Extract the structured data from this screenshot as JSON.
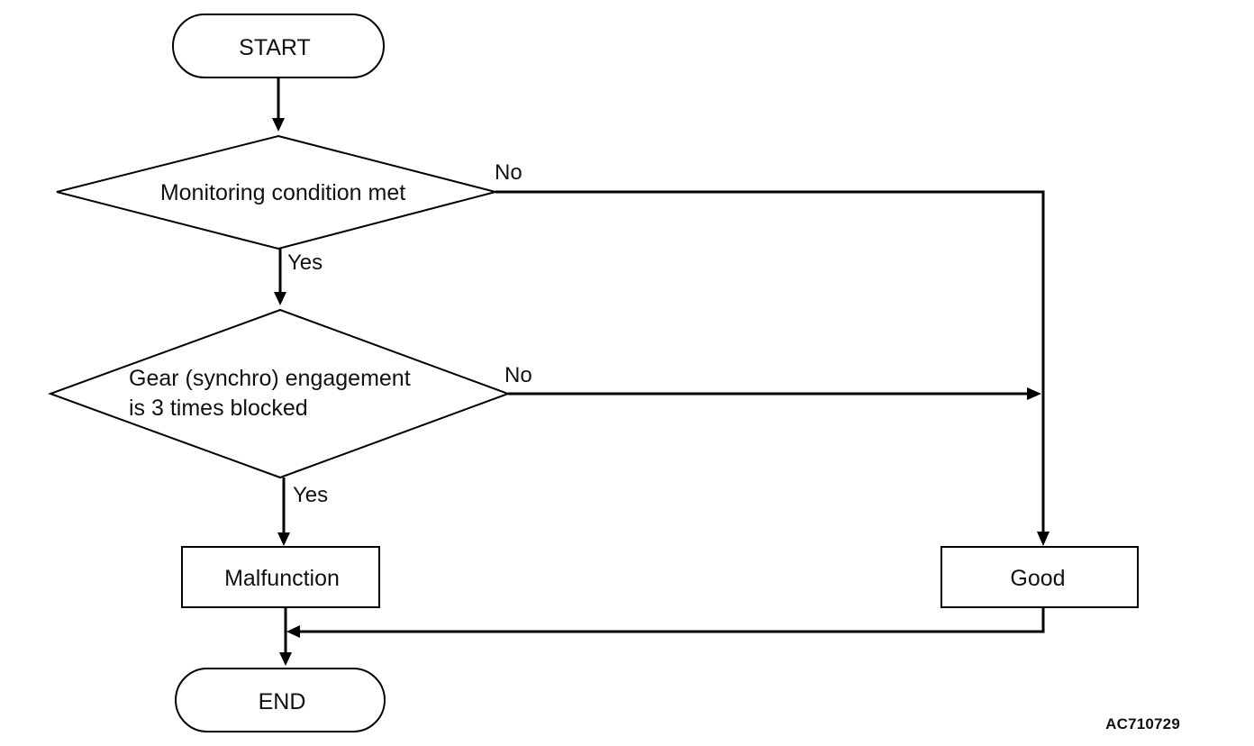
{
  "flowchart": {
    "start": {
      "label": "START"
    },
    "decision_1": {
      "label": "Monitoring condition met",
      "yes_label": "Yes",
      "no_label": "No"
    },
    "decision_2": {
      "lines": [
        "Gear (synchro) engagement",
        "is 3 times blocked"
      ],
      "yes_label": "Yes",
      "no_label": "No"
    },
    "malfunction": {
      "label": "Malfunction"
    },
    "good": {
      "label": "Good"
    },
    "end": {
      "label": "END"
    }
  },
  "figure_code": "AC710729",
  "colors": {
    "stroke": "#000000",
    "fill": "#ffffff",
    "text": "#111111"
  }
}
